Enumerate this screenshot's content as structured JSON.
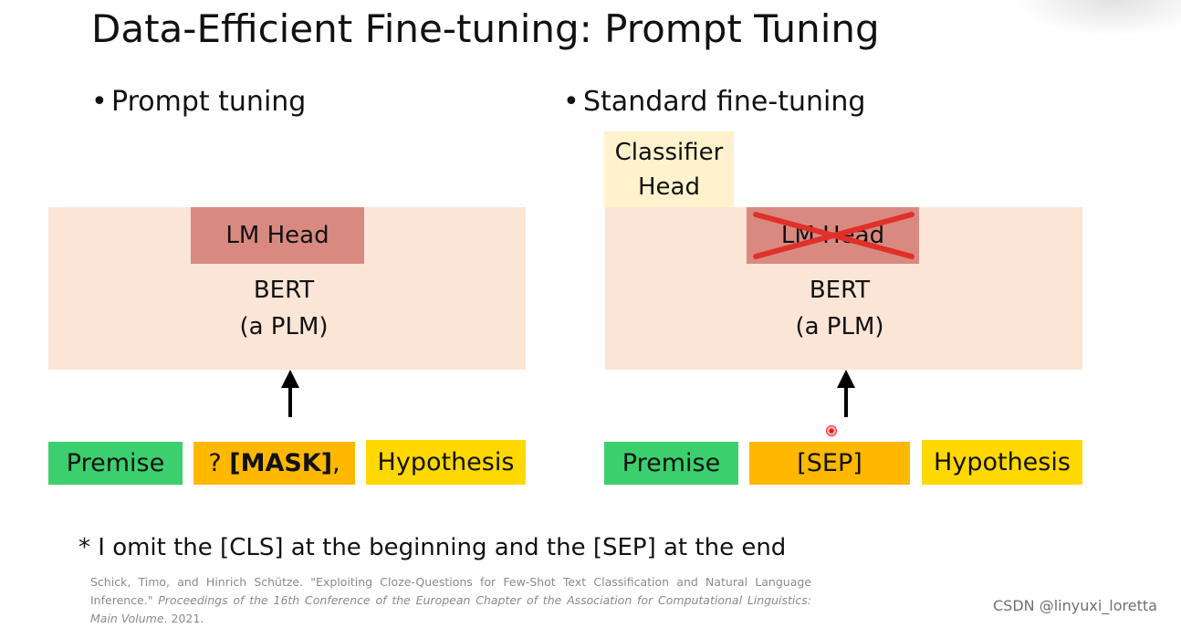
{
  "slide": {
    "title": "Data-Efficient Fine-tuning: Prompt Tuning"
  },
  "left": {
    "bullet": "Prompt tuning",
    "head_label": "LM Head",
    "model_line1": "BERT",
    "model_line2": "(a PLM)",
    "inputs": {
      "premise": "Premise",
      "mask_prefix": "? ",
      "mask_token": "[MASK]",
      "mask_suffix": ",",
      "hypothesis": "Hypothesis"
    }
  },
  "right": {
    "bullet": "Standard fine-tuning",
    "classifier_line1": "Classifier",
    "classifier_line2": "Head",
    "head_label": "LM Head",
    "model_line1": "BERT",
    "model_line2": "(a PLM)",
    "inputs": {
      "premise": "Premise",
      "sep": "[SEP]",
      "hypothesis": "Hypothesis"
    }
  },
  "footnote": "* I omit the [CLS] at the beginning and the [SEP] at the end",
  "citation": {
    "part1": "Schick, Timo, and Hinrich Schütze. \"Exploiting Cloze-Questions for Few-Shot Text Classification and Natural Language Inference.\" ",
    "venue": "Proceedings of the 16th Conference of the European Chapter of the Association for Computational Linguistics: Main Volume",
    "part2": ". 2021."
  },
  "watermark": "CSDN @linyuxi_loretta",
  "colors": {
    "bert_bg": "#fbe5d6",
    "lm_head": "#d98a80",
    "classifier": "#fff2cc",
    "premise": "#3ccf6e",
    "mask": "#ffb800",
    "hypothesis": "#ffd800",
    "cross": "#e0302a"
  }
}
